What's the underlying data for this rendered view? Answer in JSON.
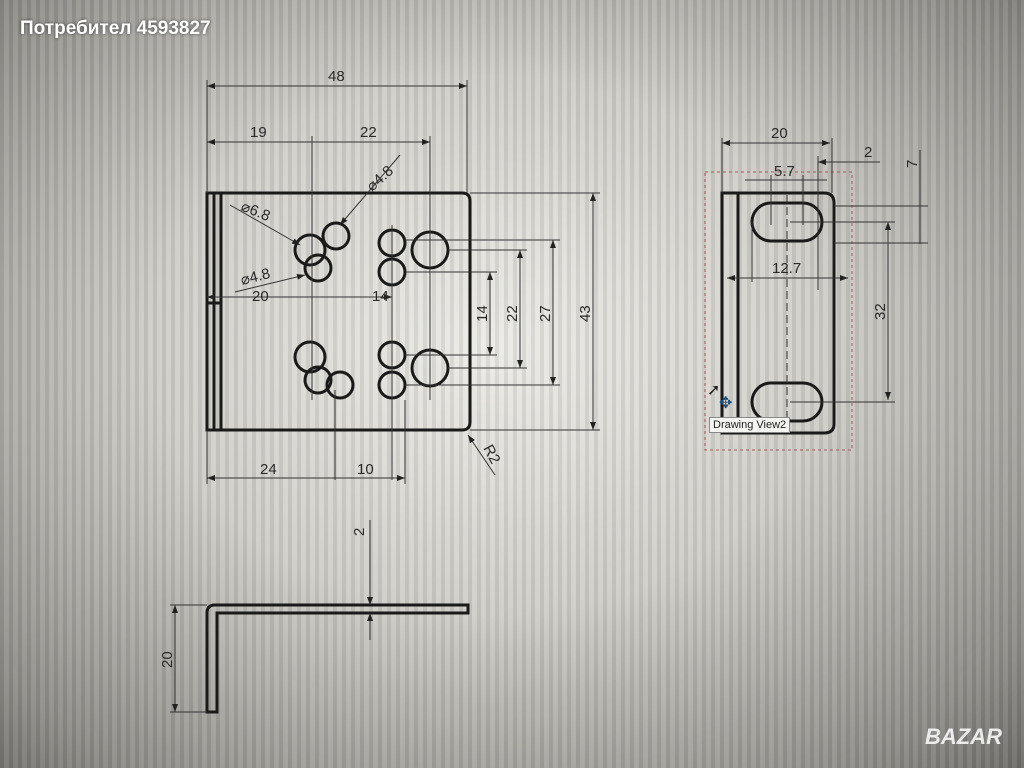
{
  "watermark": "Потребител 4593827",
  "logo": "BAZAR",
  "tooltip": "Drawing View2",
  "front_view": {
    "dims": {
      "overall_width": "48",
      "d19": "19",
      "d22": "22",
      "hole_small_top": "⌀4.8",
      "hole_large": "⌀6.8",
      "hole_small_bottom": "⌀4.8",
      "d20": "20",
      "d14h": "14",
      "d14v": "14",
      "d22v": "22",
      "d27": "27",
      "d43": "43",
      "d24": "24",
      "d10": "10",
      "radius": "R2"
    }
  },
  "side_view": {
    "dims": {
      "height": "20",
      "thickness": "2"
    }
  },
  "right_view": {
    "dims": {
      "width": "20",
      "d2": "2",
      "d5_7": "5.7",
      "d7": "7",
      "d12_7": "12.7",
      "d32": "32"
    }
  }
}
